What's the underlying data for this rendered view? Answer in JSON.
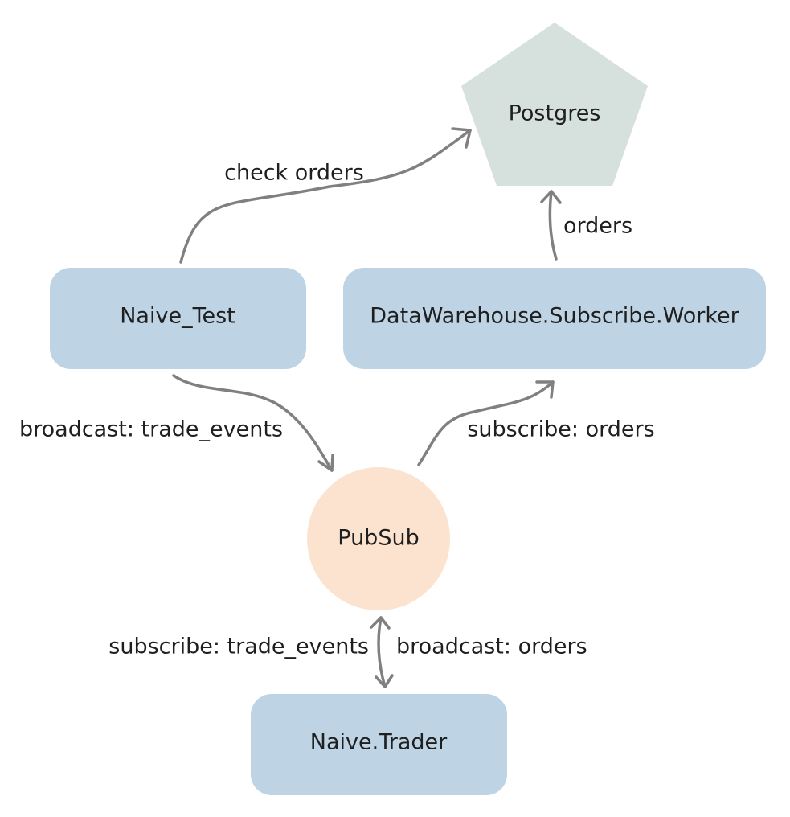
{
  "colors": {
    "service_fill": "#bed4e5",
    "pubsub_fill": "#fbe3cf",
    "db_fill": "#d6e1dd",
    "edge_stroke": "#808080"
  },
  "nodes": {
    "postgres": "Postgres",
    "naive_test": "Naive_Test",
    "worker": "DataWarehouse.Subscribe.Worker",
    "pubsub": "PubSub",
    "trader": "Naive.Trader"
  },
  "edges": {
    "check_orders": "check orders",
    "orders": "orders",
    "broadcast_trade_events": "broadcast: trade_events",
    "subscribe_orders": "subscribe: orders",
    "subscribe_trade_events": "subscribe: trade_events",
    "broadcast_orders": "broadcast: orders"
  }
}
